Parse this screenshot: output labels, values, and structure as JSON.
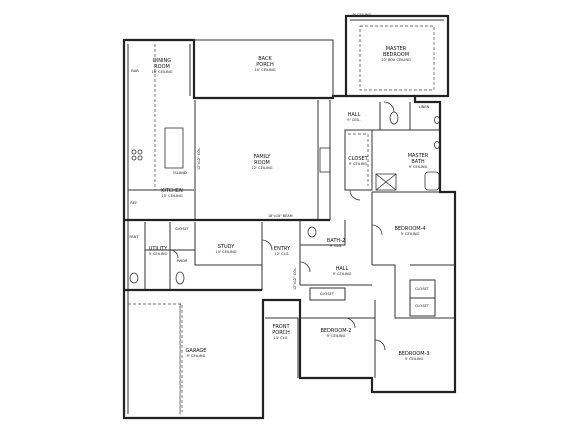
{
  "rooms": {
    "dining": {
      "name": "DINING",
      "name2": "ROOM",
      "ceiling": "10' CEILING"
    },
    "back_porch": {
      "name": "BACK",
      "name2": "PORCH",
      "ceiling": "10' CEILING"
    },
    "master_bedroom": {
      "name": "MASTER",
      "name2": "BEDROOM",
      "ceiling": "10' BOX CEILING",
      "top_ceiling": "9' CEILING"
    },
    "family": {
      "name": "FAMILY",
      "name2": "ROOM",
      "ceiling": "12' CEILING"
    },
    "kitchen": {
      "name": "KITCHEN",
      "ceiling": "10' CEILING"
    },
    "master_bath": {
      "name": "MASTER",
      "name2": "BATH",
      "ceiling": "9' CEILING"
    },
    "hall_upper": {
      "name": "HALL",
      "ceiling": "9' CEIL."
    },
    "closet_upper": {
      "name": "CLOSET",
      "ceiling": "9' CEILING"
    },
    "bedroom4": {
      "name": "BEDROOM-4",
      "ceiling": "9' CEILING"
    },
    "study": {
      "name": "STUDY",
      "ceiling": "10' CEILING"
    },
    "entry": {
      "name": "ENTRY",
      "ceiling": "12' CLG."
    },
    "bath2": {
      "name": "BATH-2",
      "ceiling": "9' CLG."
    },
    "hall_lower": {
      "name": "HALL",
      "ceiling": "9' CEILING"
    },
    "utility": {
      "name": "UTILITY",
      "ceiling": "9' CEILING"
    },
    "garage": {
      "name": "GARAGE",
      "ceiling": "9' CEILING"
    },
    "front_porch": {
      "name": "FRONT",
      "name2": "PORCH",
      "ceiling": "14' CLG."
    },
    "bedroom2": {
      "name": "BEDROOM-2",
      "ceiling": "9' CEILING"
    },
    "bedroom3": {
      "name": "BEDROOM-3",
      "ceiling": "9' CEILING"
    }
  },
  "small_labels": {
    "bar": "BAR",
    "pant": "PANT",
    "pwdr": "PWDR",
    "closet_a": "CLOSET",
    "closet_b": "CLOSET",
    "closet_c": "CLOSET",
    "closet_d": "CLOSET",
    "linen": "LINEN",
    "ref": "REF.",
    "island": "ISLAND"
  },
  "notes": {
    "beam": "18\"x18\" BEAM",
    "col_a": "12\"x12\" COL.",
    "col_b": "12\"x12\" COL."
  },
  "colors": {
    "wall": "#222222",
    "background": "#ffffff"
  }
}
